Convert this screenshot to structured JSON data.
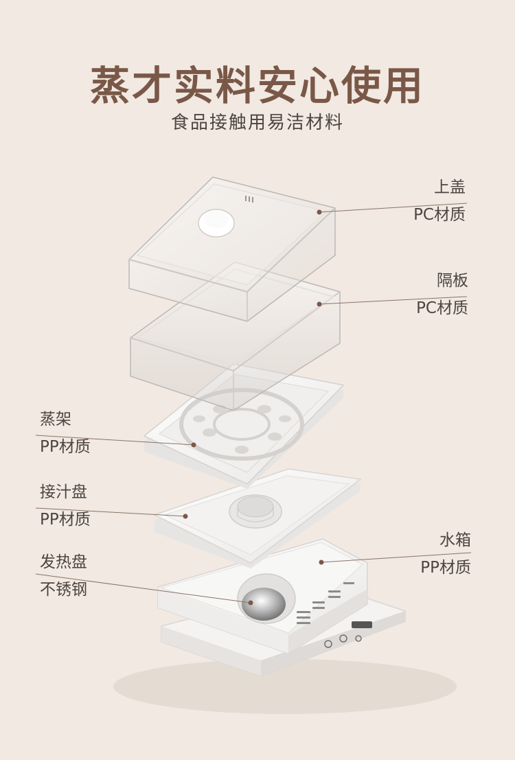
{
  "header": {
    "title": "蒸才实料安心使用",
    "subtitle": "食品接触用易洁材料"
  },
  "parts": [
    {
      "id": "lid",
      "name": "上盖",
      "material": "PC材质",
      "side": "right"
    },
    {
      "id": "divider",
      "name": "隔板",
      "material": "PC材质",
      "side": "right"
    },
    {
      "id": "steam-rack",
      "name": "蒸架",
      "material": "PP材质",
      "side": "left"
    },
    {
      "id": "drip-tray",
      "name": "接汁盘",
      "material": "PP材质",
      "side": "left"
    },
    {
      "id": "heating-plate",
      "name": "发热盘",
      "material": "不锈钢",
      "side": "left"
    },
    {
      "id": "water-tank",
      "name": "水箱",
      "material": "PP材质",
      "side": "right"
    }
  ],
  "colors": {
    "background": "#f1e9e2",
    "title": "#7a5847",
    "text": "#4d4440",
    "leader_line": "#8a7266",
    "leader_dot": "#7a5847"
  }
}
